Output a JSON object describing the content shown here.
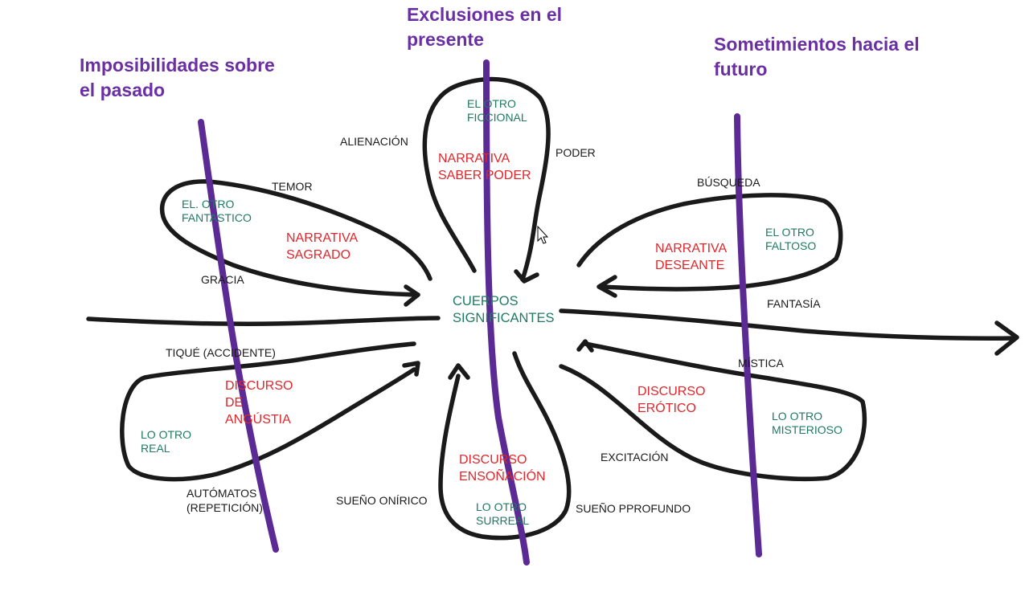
{
  "titles": {
    "past": [
      "Imposibilidades sobre",
      "el pasado"
    ],
    "present": [
      "Exclusiones en el",
      "presente"
    ],
    "future": [
      "Sometimientos hacia el",
      "futuro"
    ]
  },
  "center": [
    "CUERPOS",
    "SIGNIFICANTES"
  ],
  "top_petal": {
    "other": [
      "EL OTRO",
      "FICCIONAL"
    ],
    "narrative": [
      "NARRATIVA",
      "SABER PODER"
    ],
    "left_label": "ALIENACIÓN",
    "right_label": "PODER"
  },
  "upper_left_petal": {
    "other": [
      "EL. OTRO",
      "FANTASTICO"
    ],
    "narrative": [
      "NARRATIVA",
      "SAGRADO"
    ],
    "top_label": "TEMOR",
    "bottom_label": "GRACIA"
  },
  "upper_right_petal": {
    "other": [
      "EL OTRO",
      "FALTOSO"
    ],
    "narrative": [
      "NARRATIVA",
      "DESEANTE"
    ],
    "top_label": "BÚSQUEDA",
    "bottom_label": "FANTASÍA"
  },
  "lower_left_petal": {
    "other": [
      "LO OTRO",
      "REAL"
    ],
    "narrative": [
      "DISCURSO",
      "DE",
      "ANGÚSTIA"
    ],
    "top_label": "TIQUÉ (ACCIDENTE)",
    "bottom_label": [
      "AUTÓMATOS",
      "(REPETICIÓN)"
    ]
  },
  "lower_right_petal": {
    "other": [
      "LO OTRO",
      "MISTERIOSO"
    ],
    "narrative": [
      "DISCURSO",
      "ERÓTICO"
    ],
    "top_label": "MÍSTICA",
    "bottom_label": "EXCITACIÓN"
  },
  "bottom_petal": {
    "other": [
      "LO OTRO",
      "SURREAL"
    ],
    "narrative": [
      "DISCURSO",
      "ENSOÑACIÓN"
    ],
    "left_label": "SUEÑO ONÍRICO",
    "right_label": "SUEÑO PPROFUNDO"
  },
  "colors": {
    "title_purple": "#6a2fa3",
    "timeline_purple": "#5b2a95",
    "narrative_red": "#e0262b",
    "other_green": "#1f7a62",
    "ink_black": "#1a1a1a"
  }
}
